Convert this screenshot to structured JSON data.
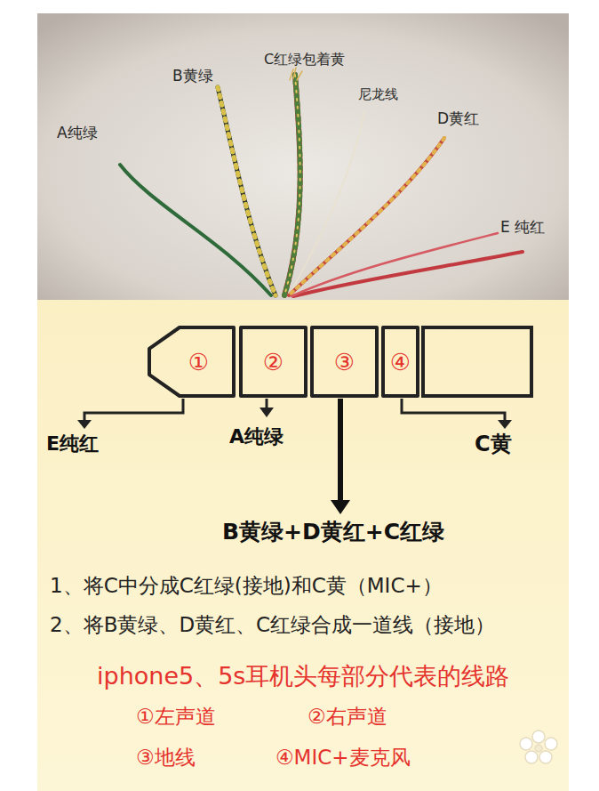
{
  "diagram": {
    "title": "iphone5、5s耳机头每部分代表的线路",
    "nodes": [
      {
        "text": [
          "①"
        ]
      },
      {
        "text": [
          "②"
        ]
      },
      {
        "text": [
          "③"
        ]
      },
      {
        "text": [
          "④"
        ]
      }
    ],
    "labels": [
      "A纯绿",
      "B黄绿",
      "C红绿包着黄",
      "尼龙线",
      "D黄红",
      "E 纯红",
      "E纯红",
      "A纯绿",
      "C黄",
      "B黄绿+D黄红+C红绿",
      "1、将C中分成C红绿(接地)和C黄（MIC+）",
      "2、将B黄绿、D黄红、C红绿合成一道线（接地）",
      "①左声道",
      "②右声道",
      "③地线",
      "④MIC+麦克风"
    ]
  }
}
